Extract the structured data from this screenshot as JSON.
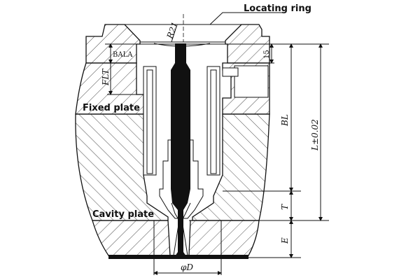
{
  "labels": {
    "locating_ring": "Locating ring",
    "fixed_plate": "Fixed plate",
    "cavity_plate": "Cavity plate"
  },
  "dimensions": {
    "radius": "R21",
    "bala": "BALA",
    "flt": "FLT",
    "ring_depth": "15",
    "bl": "BL",
    "l": "L±0.02",
    "t": "T",
    "e": "E",
    "d": "φD"
  }
}
